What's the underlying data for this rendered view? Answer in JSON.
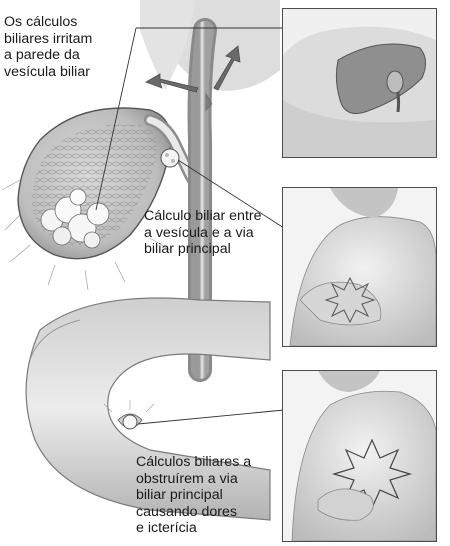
{
  "callouts": {
    "irritation": "Os cálculos\nbiliares irritam\na parede da\nvesícula biliar",
    "between": "Cálculo biliar entre\na vesícula e a via\nbiliar principal",
    "obstruction": "Cálculos biliares a\nobstruírem a via\nbiliar principal\ncausando dores\ne icterícia"
  },
  "colors": {
    "ink": "#1a1a1a",
    "panel_border": "#4d4d4d",
    "tissue_light": "#e6e6e6",
    "tissue_mid": "#b5b5b5",
    "tissue_dark": "#6e6e6e"
  },
  "icons": [
    "gallbladder-illustration",
    "gallstone-cluster",
    "liver-thumbnail",
    "abdominal-pain-burst"
  ]
}
